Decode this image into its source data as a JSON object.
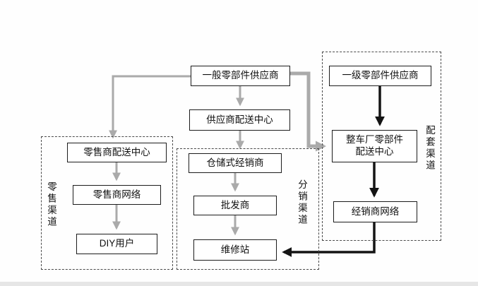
{
  "diagram": {
    "title_hint": "auto-parts distribution channels flowchart",
    "nodes": {
      "general_supplier": "一般零部件供应商",
      "supplier_dc": "供应商配送中心",
      "first_level_supplier": "一级零部件供应商",
      "oem_dc_line1": "整车厂零部件",
      "oem_dc_line2": "配送中心",
      "dealer_network": "经销商网络",
      "retailer_dc": "零售商配送中心",
      "retailer_network": "零售商网络",
      "diy_users": "DIY用户",
      "warehouse_dealer": "仓储式经销商",
      "wholesaler": "批发商",
      "repair_station": "维修站"
    },
    "groups": {
      "retail_channel": "零售渠道",
      "distribution_channel": "分销渠道",
      "supporting_channel": "配套渠道"
    },
    "colors": {
      "gray_arrow": "#aaaaaa",
      "black_arrow": "#141414",
      "box_border": "#1c1c1c",
      "dashed_border": "#4a4a4a"
    }
  }
}
